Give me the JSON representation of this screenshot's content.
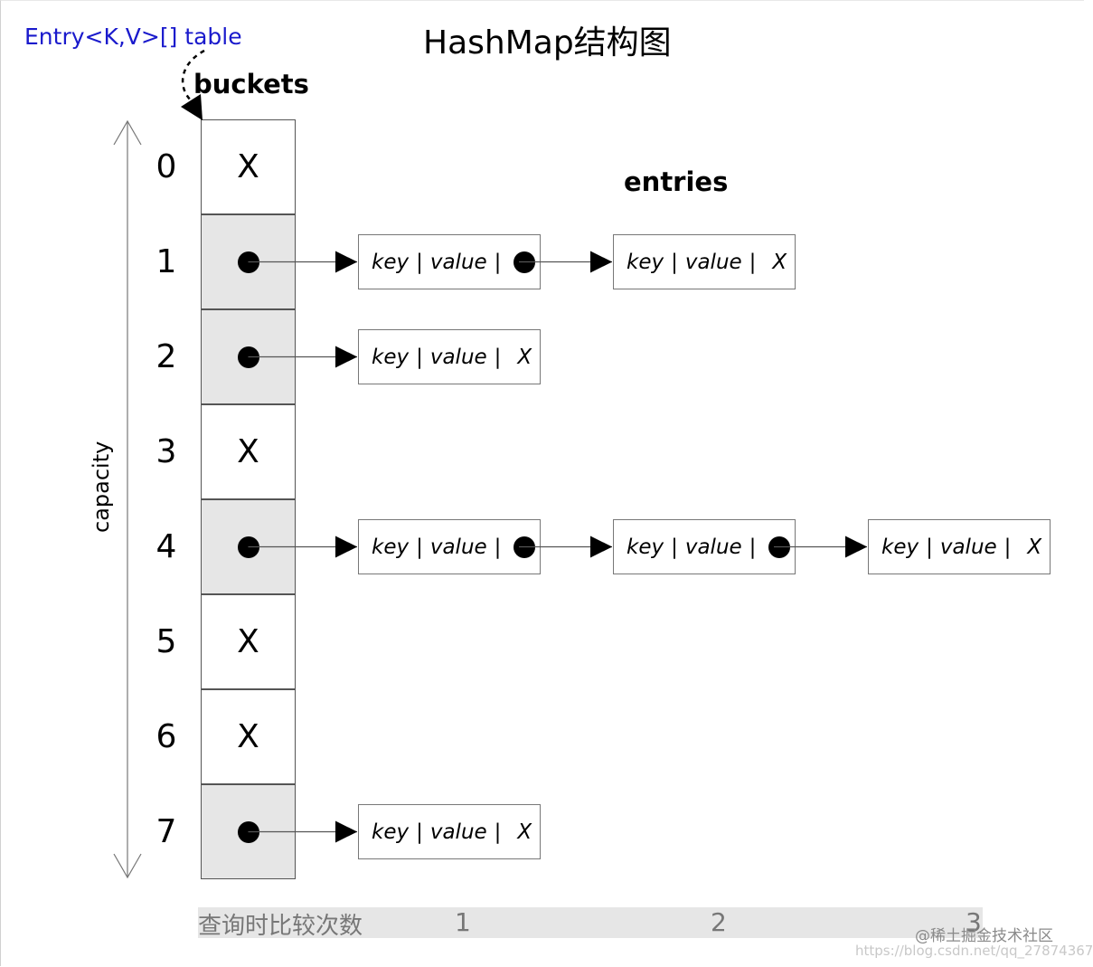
{
  "title": "HashMap结构图",
  "table_label": "Entry<K,V>[] table",
  "buckets_label": "buckets",
  "entries_label": "entries",
  "capacity_label": "capacity",
  "indices": [
    "0",
    "1",
    "2",
    "3",
    "4",
    "5",
    "6",
    "7"
  ],
  "buckets": [
    {
      "filled": false,
      "text": "X"
    },
    {
      "filled": true
    },
    {
      "filled": true
    },
    {
      "filled": false,
      "text": "X"
    },
    {
      "filled": true
    },
    {
      "filled": false,
      "text": "X"
    },
    {
      "filled": false,
      "text": "X"
    },
    {
      "filled": true
    }
  ],
  "entry": {
    "key": "key",
    "value": "value",
    "sep": "|",
    "null_mark": "X"
  },
  "chains": [
    {
      "bucket": 1,
      "entries": [
        "next",
        "null"
      ]
    },
    {
      "bucket": 2,
      "entries": [
        "null"
      ]
    },
    {
      "bucket": 4,
      "entries": [
        "next",
        "next",
        "null"
      ]
    },
    {
      "bucket": 7,
      "entries": [
        "null"
      ]
    }
  ],
  "footer": {
    "label": "查询时比较次数",
    "numbers": [
      "1",
      "2",
      "3"
    ]
  },
  "watermark": {
    "line1": "@稀土掘金技术社区",
    "line2": "https://blog.csdn.net/qq_27874367"
  },
  "colors": {
    "table_label": "#1a1acc",
    "filled_bucket": "#e6e6e6",
    "footer_bar": "#e6e6e6"
  }
}
